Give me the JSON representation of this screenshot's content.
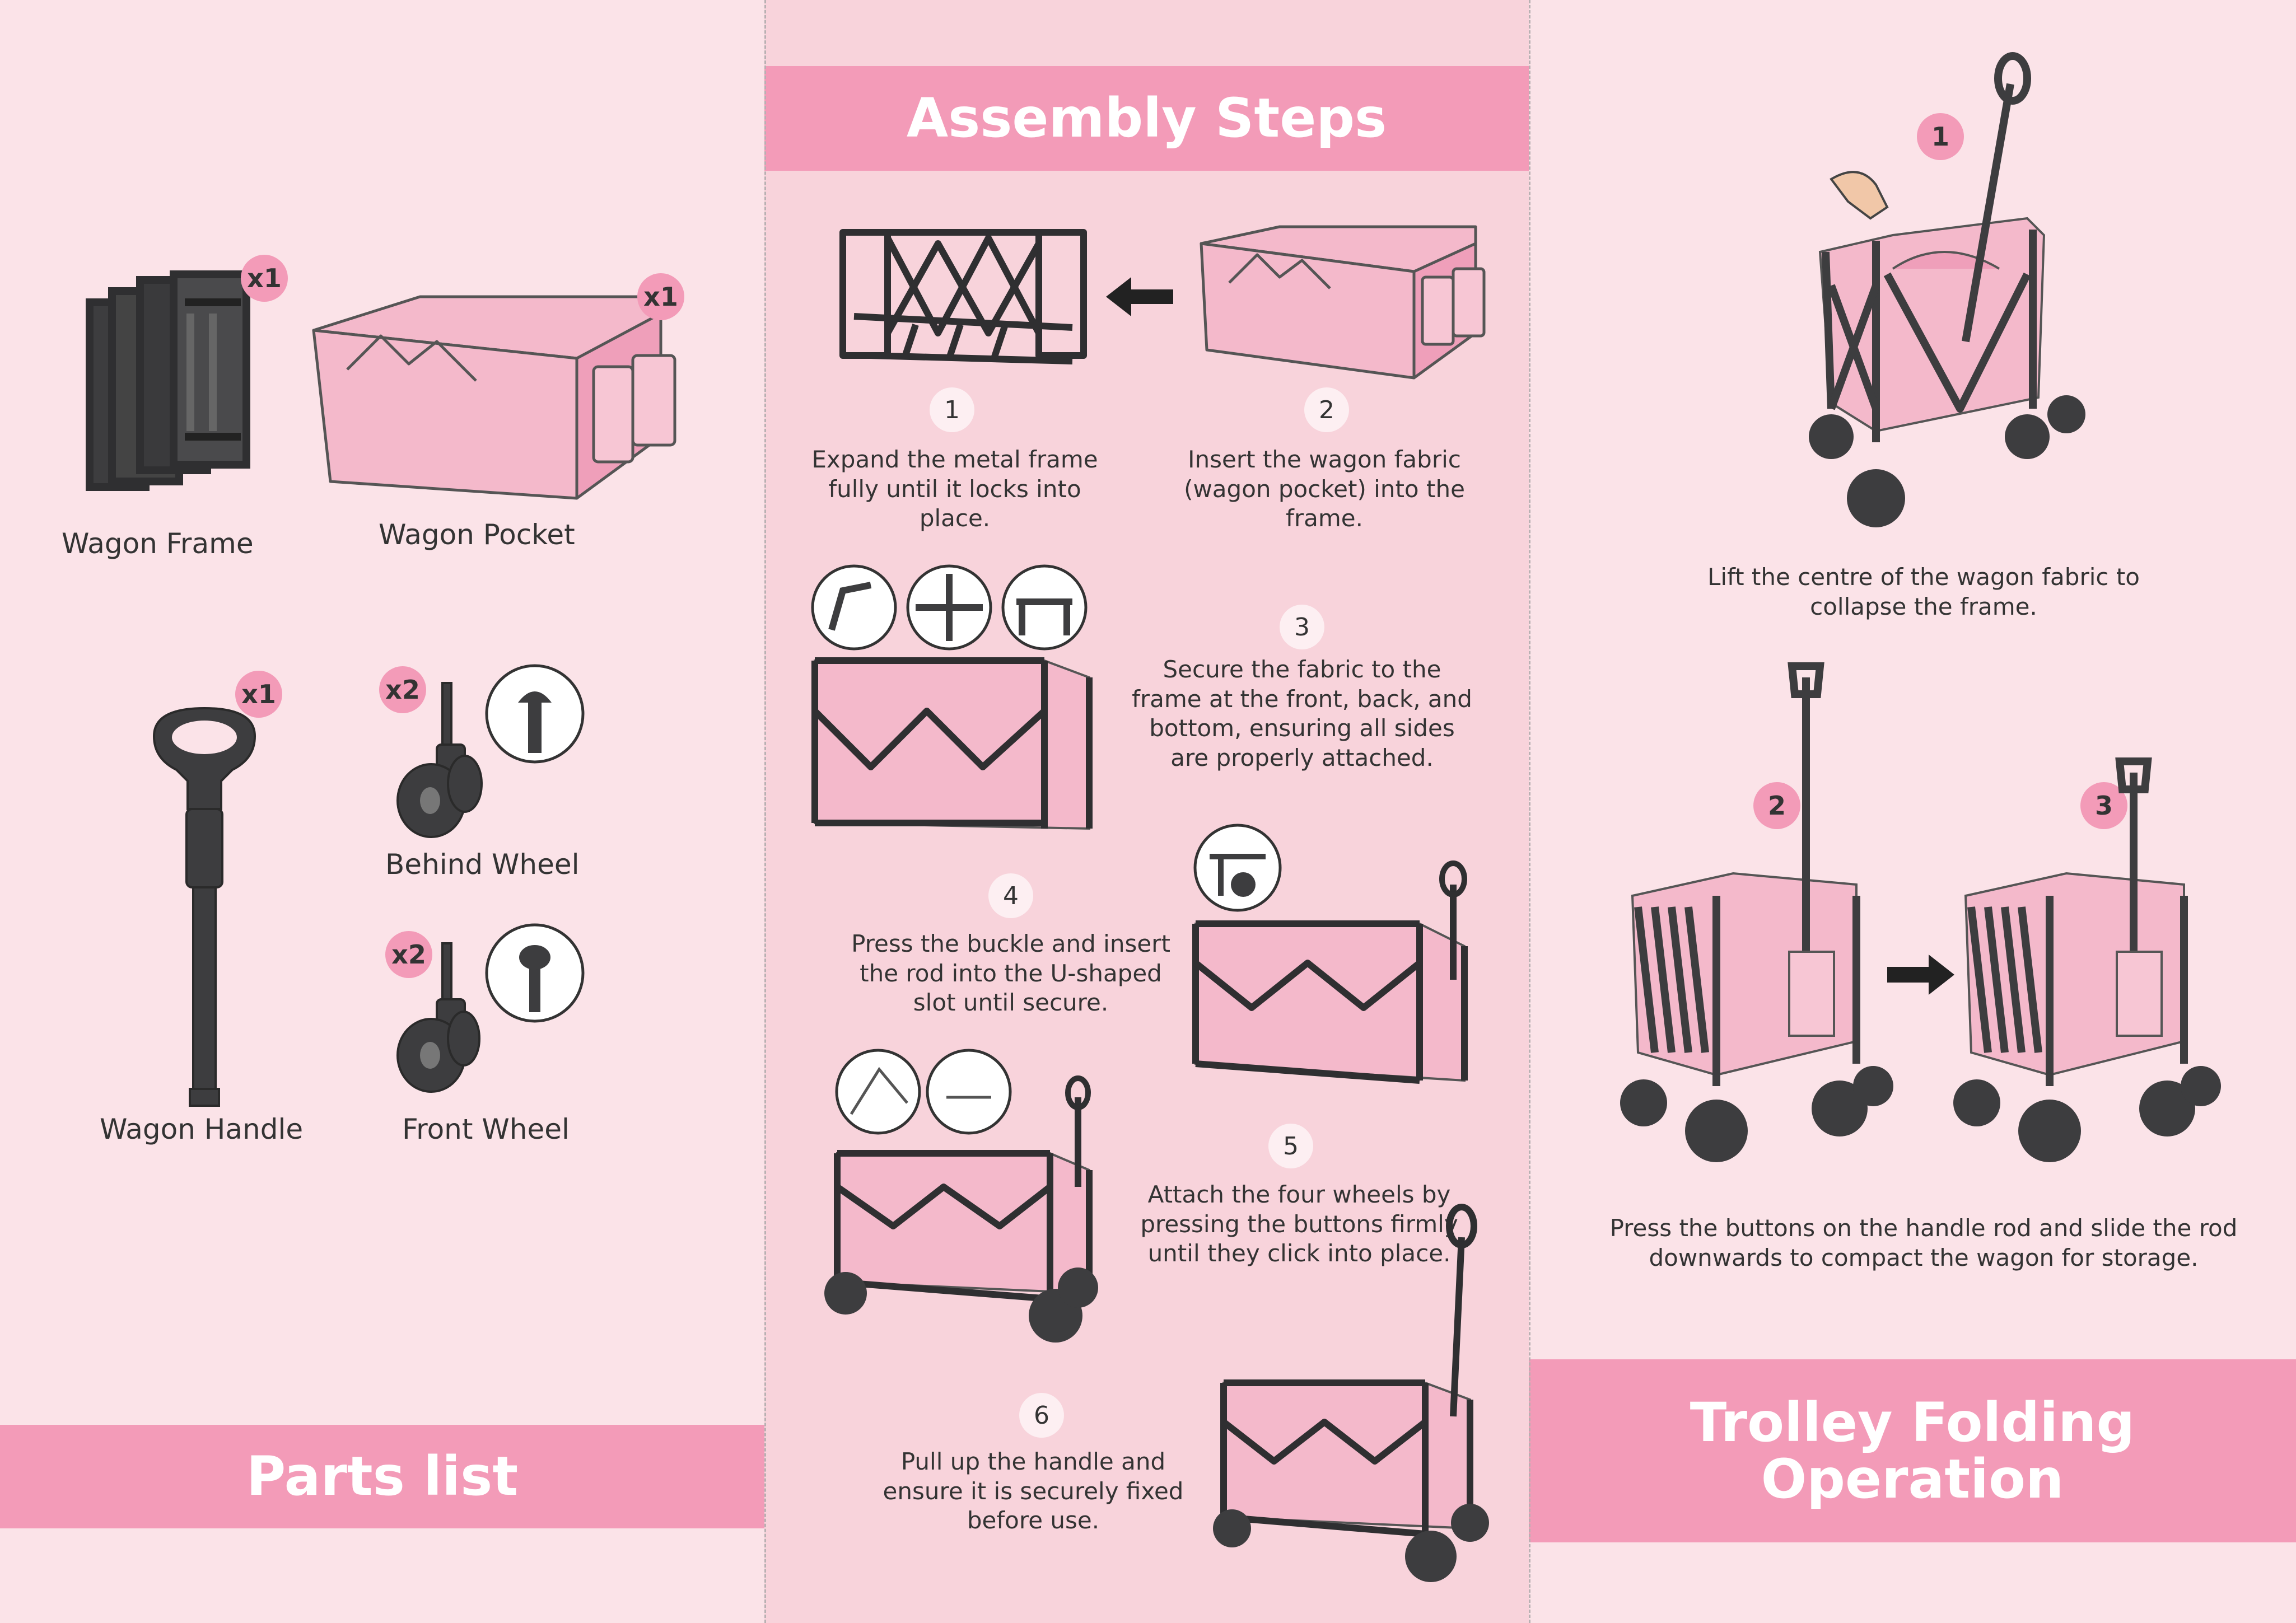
{
  "colors": {
    "accent": "#f39bb8",
    "background": "#fbe3e8",
    "middle_panel": "#f8d3db",
    "frame": "#3d3d3f",
    "fabric": "#f4b9cb"
  },
  "parts": {
    "title": "Parts list",
    "items": [
      {
        "name": "Wagon Frame",
        "qty": "x1"
      },
      {
        "name": "Wagon Pocket",
        "qty": "x1"
      },
      {
        "name": "Wagon Handle",
        "qty": "x1"
      },
      {
        "name": "Behind Wheel",
        "qty": "x2"
      },
      {
        "name": "Front Wheel",
        "qty": "x2"
      }
    ]
  },
  "assembly": {
    "title": "Assembly Steps",
    "steps": [
      {
        "number": "1",
        "text": "Expand the metal frame\nfully until it locks into\nplace."
      },
      {
        "number": "2",
        "text": "Insert the wagon fabric\n(wagon pocket) into the\nframe."
      },
      {
        "number": "3",
        "text": "Secure the fabric to the\nframe at the front, back, and\nbottom, ensuring all sides\nare properly attached."
      },
      {
        "number": "4",
        "text": "Press the buckle and insert\nthe rod into the U-shaped\nslot until secure."
      },
      {
        "number": "5",
        "text": "Attach the four wheels by\npressing the buttons firmly\nuntil they click into place."
      },
      {
        "number": "6",
        "text": "Pull up the handle and\nensure it is securely fixed\nbefore use."
      }
    ]
  },
  "folding": {
    "title": "Trolley Folding\nOperation",
    "steps": [
      {
        "number": "1",
        "text": "Lift the centre of the wagon fabric to\ncollapse the frame."
      },
      {
        "number": "2"
      },
      {
        "number": "3",
        "text": "Press the buttons on the handle rod and slide the rod\ndownwards to compact the wagon for storage."
      }
    ]
  }
}
